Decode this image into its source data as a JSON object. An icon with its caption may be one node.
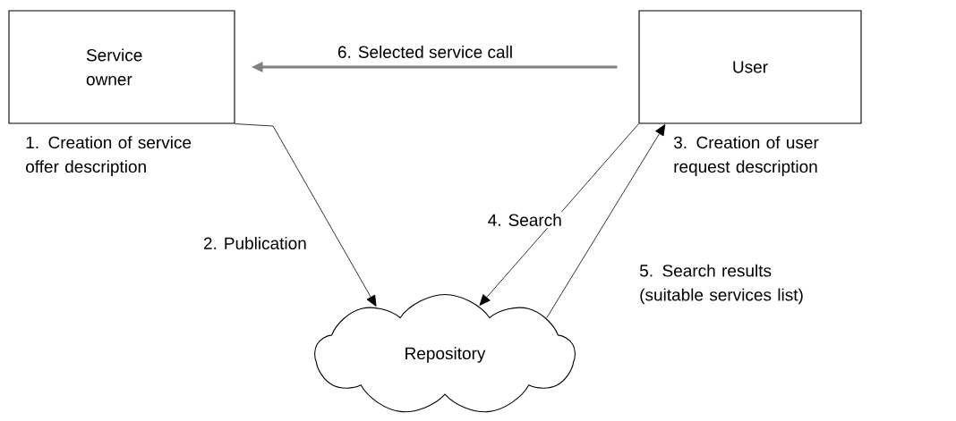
{
  "diagram": {
    "nodes": [
      {
        "text": [
          "Service owner"
        ],
        "beside": [
          "1. Creation of service offer description"
        ]
      },
      {
        "text": [
          "User"
        ],
        "beside": [
          "3. Creation of user request description"
        ]
      },
      {
        "text": [
          "Repository"
        ]
      }
    ],
    "edges": [
      {
        "from": 1,
        "to": 0,
        "arrow": "to",
        "label": "6. Selected service call",
        "style": "thick",
        "color": "#808080"
      },
      {
        "from": 0,
        "to": 2,
        "arrow": "to",
        "label": "2. Publication"
      },
      {
        "from": 1,
        "to": 2,
        "arrow": "to",
        "label": "4. Search"
      },
      {
        "from": 2,
        "to": 1,
        "arrow": "to",
        "label": "5. Search results (suitable services list)"
      }
    ]
  }
}
